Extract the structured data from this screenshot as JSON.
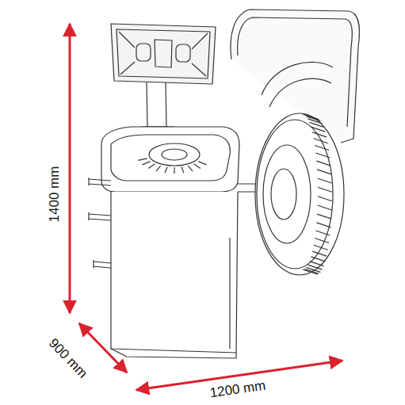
{
  "diagram": {
    "labels": [
      "1400 mm",
      "900 mm",
      "1200 mm"
    ]
  }
}
